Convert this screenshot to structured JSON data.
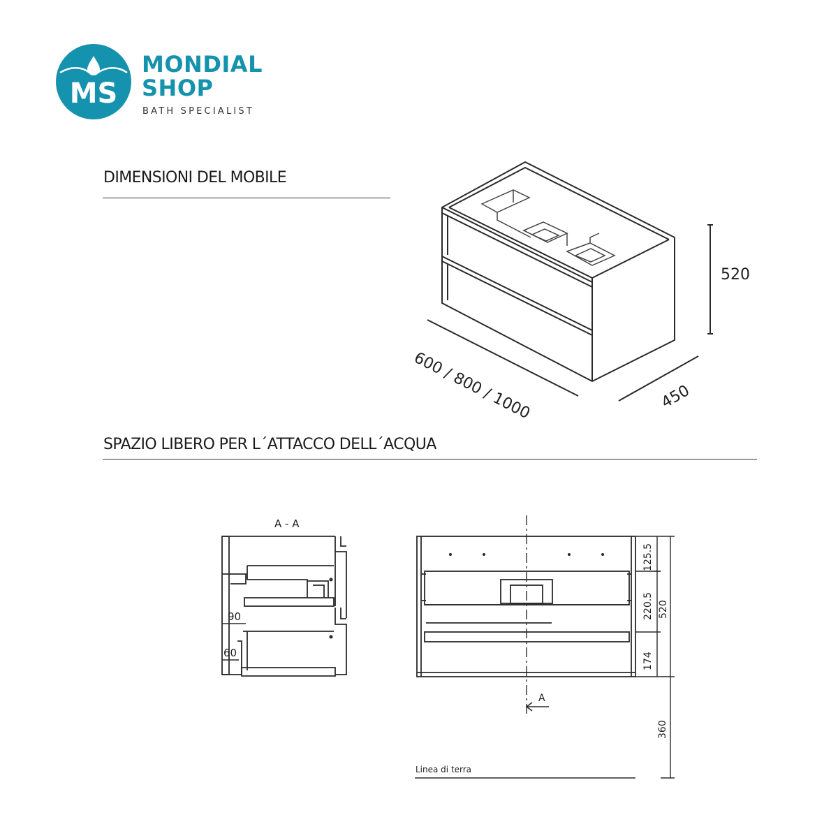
{
  "brand": {
    "logo_monogram": "MS",
    "name_line1": "MONDIAL",
    "name_line2": "SHOP",
    "tagline": "BATH SPECIALIST",
    "color": "#1592ad"
  },
  "section1": {
    "title": "DIMENSIONI DEL MOBILE",
    "dim_height": "520",
    "dim_width": "600 / 800 / 1000",
    "dim_depth": "450"
  },
  "section2": {
    "title": "SPAZIO LIBERO PER L´ATTACCO DELL´ACQUA",
    "section_label": "A - A",
    "dim_90": "90",
    "dim_60": "60",
    "dim_125_5": "125.5",
    "dim_220_5": "220.5",
    "dim_174": "174",
    "dim_520": "520",
    "dim_360": "360",
    "cut_marker": "A",
    "ground_line": "Linea di terra"
  }
}
